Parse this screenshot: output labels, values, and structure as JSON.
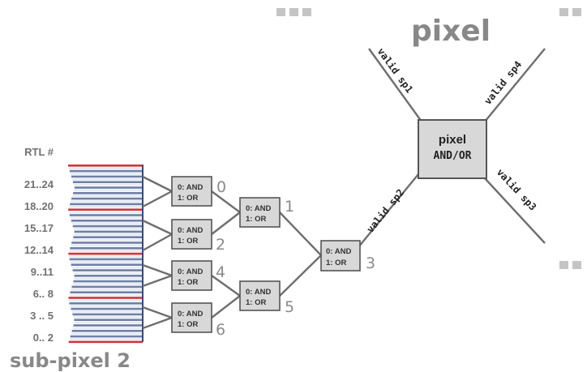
{
  "title": "pixel",
  "subpixel_label": "sub-pixel 2",
  "rtl_header": "RTL #",
  "rtl_ranges": [
    "21..24",
    "18..20",
    "15..17",
    "12..14",
    "9..11",
    "6.. 8",
    "3 .. 5",
    "0.. 2"
  ],
  "gates": [
    {
      "id": "0",
      "line1": "0: AND",
      "line2": "1: OR"
    },
    {
      "id": "2",
      "line1": "0: AND",
      "line2": "1: OR"
    },
    {
      "id": "4",
      "line1": "0: AND",
      "line2": "1: OR"
    },
    {
      "id": "6",
      "line1": "0: AND",
      "line2": "1: OR"
    },
    {
      "id": "1",
      "line1": "0: AND",
      "line2": "1: OR"
    },
    {
      "id": "5",
      "line1": "0: AND",
      "line2": "1: OR"
    },
    {
      "id": "3",
      "line1": "0: AND",
      "line2": "1: OR"
    }
  ],
  "pixel_box": {
    "line1": "pixel",
    "line2": "AND/OR"
  },
  "valid_labels": [
    "valid sp1",
    "valid sp2",
    "valid sp3",
    "valid sp4"
  ],
  "colors": {
    "stripe_red": "#d0343a",
    "stripe_blue": "#6f7fa6",
    "stripe_light": "#e6ebf3",
    "gray_text": "#888888"
  }
}
